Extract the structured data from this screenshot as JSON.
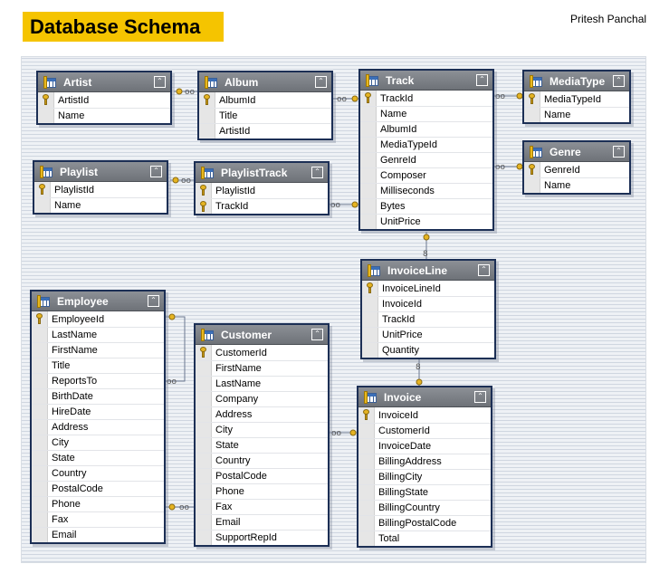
{
  "header": {
    "title": "Database Schema",
    "author": "Pritesh Panchal"
  },
  "tables": {
    "artist": {
      "name": "Artist",
      "columns": [
        "ArtistId",
        "Name"
      ]
    },
    "album": {
      "name": "Album",
      "columns": [
        "AlbumId",
        "Title",
        "ArtistId"
      ]
    },
    "track": {
      "name": "Track",
      "columns": [
        "TrackId",
        "Name",
        "AlbumId",
        "MediaTypeId",
        "GenreId",
        "Composer",
        "Milliseconds",
        "Bytes",
        "UnitPrice"
      ]
    },
    "mediatype": {
      "name": "MediaType",
      "columns": [
        "MediaTypeId",
        "Name"
      ]
    },
    "genre": {
      "name": "Genre",
      "columns": [
        "GenreId",
        "Name"
      ]
    },
    "playlist": {
      "name": "Playlist",
      "columns": [
        "PlaylistId",
        "Name"
      ]
    },
    "playlisttrack": {
      "name": "PlaylistTrack",
      "columns": [
        "PlaylistId",
        "TrackId"
      ]
    },
    "invoiceline": {
      "name": "InvoiceLine",
      "columns": [
        "InvoiceLineId",
        "InvoiceId",
        "TrackId",
        "UnitPrice",
        "Quantity"
      ]
    },
    "employee": {
      "name": "Employee",
      "columns": [
        "EmployeeId",
        "LastName",
        "FirstName",
        "Title",
        "ReportsTo",
        "BirthDate",
        "HireDate",
        "Address",
        "City",
        "State",
        "Country",
        "PostalCode",
        "Phone",
        "Fax",
        "Email"
      ]
    },
    "customer": {
      "name": "Customer",
      "columns": [
        "CustomerId",
        "FirstName",
        "LastName",
        "Company",
        "Address",
        "City",
        "State",
        "Country",
        "PostalCode",
        "Phone",
        "Fax",
        "Email",
        "SupportRepId"
      ]
    },
    "invoice": {
      "name": "Invoice",
      "columns": [
        "InvoiceId",
        "CustomerId",
        "InvoiceDate",
        "BillingAddress",
        "BillingCity",
        "BillingState",
        "BillingCountry",
        "BillingPostalCode",
        "Total"
      ]
    }
  },
  "primary_keys": {
    "artist": [
      0
    ],
    "album": [
      0
    ],
    "track": [
      0
    ],
    "mediatype": [
      0
    ],
    "genre": [
      0
    ],
    "playlist": [
      0
    ],
    "playlisttrack": [
      0,
      1
    ],
    "invoiceline": [
      0
    ],
    "employee": [
      0
    ],
    "customer": [
      0
    ],
    "invoice": [
      0
    ]
  },
  "icons": {
    "table": "table-icon",
    "primary_key": "key-icon",
    "collapse": "collapse-chevrons-icon",
    "one_end": "key-end-connector",
    "many_end": "infinity-end-connector"
  },
  "colors": {
    "title_bg": "#f5c400",
    "header_bg": "#7a7e84",
    "table_border": "#1c2f55",
    "canvas_bg": "#eef1f5"
  }
}
